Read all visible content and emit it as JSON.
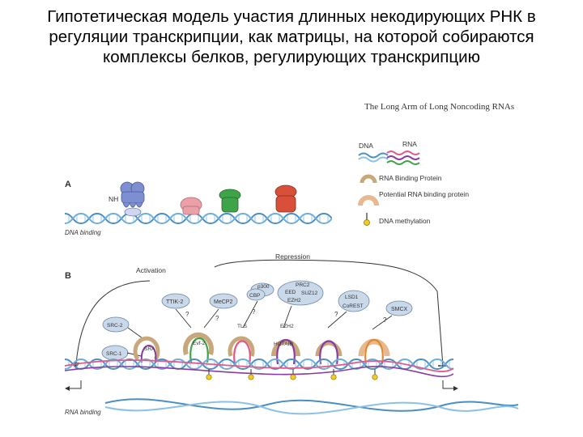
{
  "title": "Гипотетическая модель участия длинных некодирующих РНК в регуляции транскрипции, как матрицы, на которой собираются комплексы белков, регулирующих транскрипцию",
  "figure": {
    "subtitle": "The Long Arm of Long Noncoding RNAs",
    "legend": {
      "dna": "DNA",
      "rna": "RNA",
      "rbp": "RNA Binding Protein",
      "potential": "Potential RNA binding protein",
      "methylation": "DNA methylation"
    },
    "panel_a": {
      "label": "A",
      "protein": "NH",
      "caption": "DNA binding"
    },
    "panel_b": {
      "label": "B",
      "activation": "Activation",
      "repression": "Repression",
      "proteins": {
        "ttik": "TTIK-2",
        "mecp2": "MeCP2",
        "cbp": "CBP",
        "p300": "p300",
        "prc2": "PRC2",
        "eed": "EED",
        "suz12": "SUZ12",
        "ezh2": "EZH2",
        "lsd1": "LSD1",
        "corest": "CoREST",
        "smcx": "SMCX",
        "src2": "SRC-2",
        "src1": "SRC-1"
      },
      "rnas": {
        "sra": "SRA",
        "evf2": "Evf-2",
        "tls": "TLS",
        "ezh2": "EZH2",
        "hotair": "HOTAIR"
      },
      "q1": "?",
      "q2": "?",
      "q3": "?",
      "q4": "?",
      "q5": "?",
      "caption": "RNA binding"
    }
  },
  "colors": {
    "dna": "#4a8fc4",
    "rna_pink": "#e05a8a",
    "rna_purple": "#8a3aa0",
    "protein_blue": "#7d8fd0",
    "protein_green": "#3fa34a",
    "protein_red": "#d9503a",
    "protein_pink": "#eba0a8",
    "protein_cloud": "#c9d9ea",
    "rbp": "#c8a87a",
    "methylation": "#f2cc20"
  }
}
